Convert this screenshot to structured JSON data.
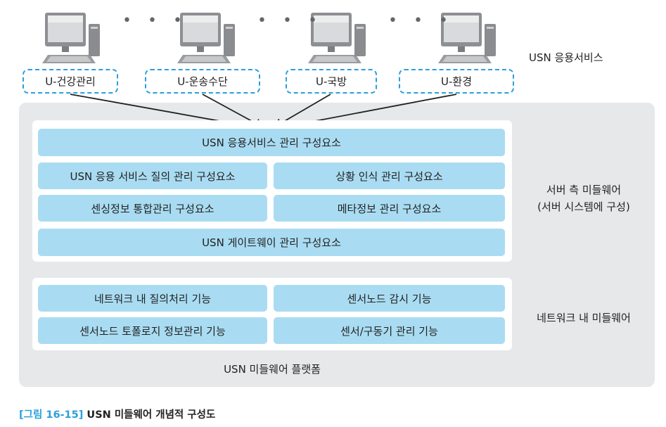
{
  "services": [
    {
      "label": "U-건강관리"
    },
    {
      "label": "U-운송수단"
    },
    {
      "label": "U-국방"
    },
    {
      "label": "U-환경"
    }
  ],
  "ellipsis": "• • •",
  "labels": {
    "app_services": "USN 응용서비스",
    "server_middleware_line1": "서버 측 미들웨어",
    "server_middleware_line2": "(서버 시스템에 구성)",
    "network_middleware": "네트워크 내 미들웨어",
    "platform": "USN 미들웨어 플랫폼"
  },
  "server_components": {
    "app_service_mgmt": "USN 응용서비스 관리 구성요소",
    "query_mgmt": "USN 응용 서비스 질의 관리 구성요소",
    "context_mgmt": "상황 인식 관리 구성요소",
    "sensing_integration": "센싱정보 통합관리 구성요소",
    "metadata_mgmt": "메타정보 관리 구성요소",
    "gateway_mgmt": "USN 게이트웨이 관리 구성요소"
  },
  "network_components": {
    "query_processing": "네트워크 내 질의처리 기능",
    "node_monitoring": "센서노드 감시 기능",
    "topology_mgmt": "센서노드 토폴로지 정보관리 기능",
    "actuator_mgmt": "센서/구동기 관리 기능"
  },
  "caption": {
    "number": "[그림 16-15]",
    "title": "USN 미들웨어 개념적 구성도"
  },
  "colors": {
    "accent": "#2a9fdc",
    "component_fill": "#a9dcf2",
    "platform_bg": "#e6e8e9"
  }
}
